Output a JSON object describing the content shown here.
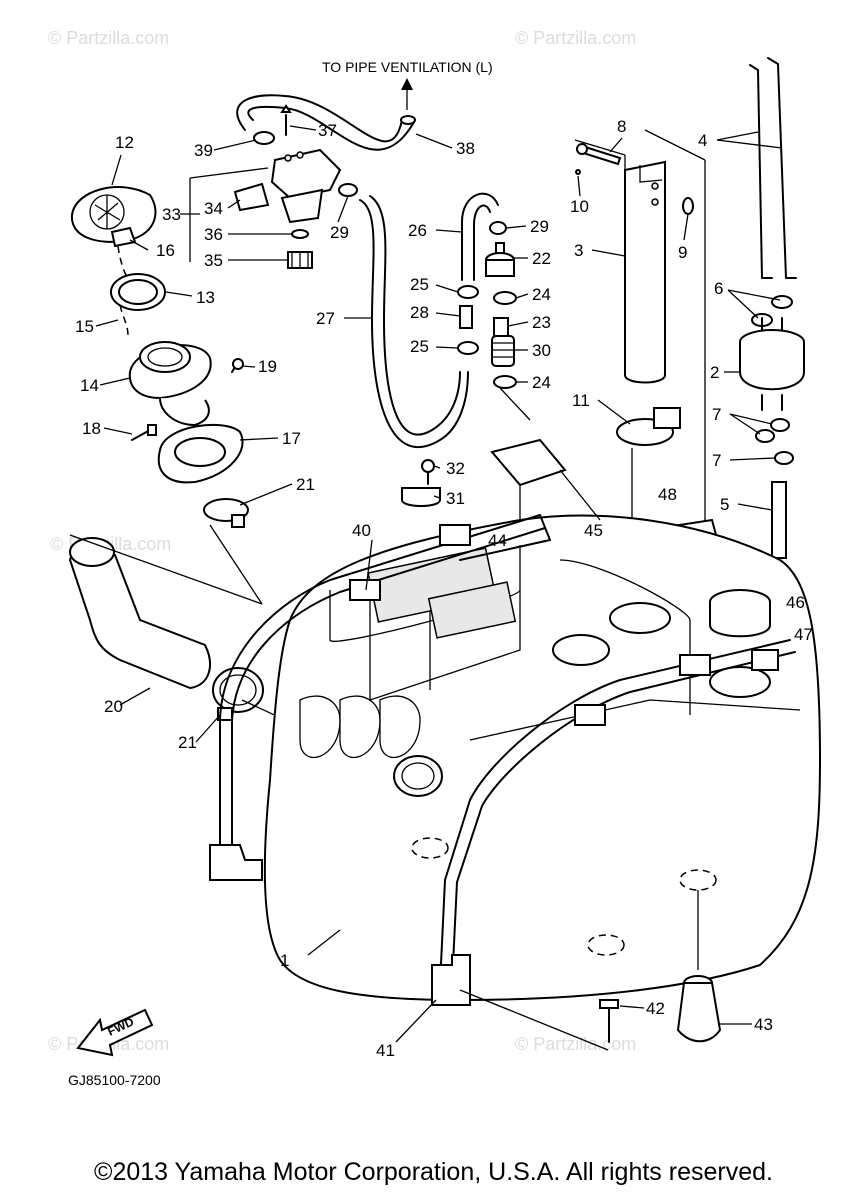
{
  "diagram": {
    "top_note": "TO PIPE VENTILATION (L)",
    "drawing_code": "GJ85100-7200",
    "fwd_label": "FWD",
    "watermark": "© Partzilla.com",
    "callouts": [
      "12",
      "16",
      "13",
      "15",
      "14",
      "19",
      "18",
      "17",
      "21",
      "20",
      "21",
      "39",
      "37",
      "38",
      "33",
      "34",
      "36",
      "35",
      "29",
      "26",
      "29",
      "22",
      "25",
      "24",
      "28",
      "23",
      "25",
      "30",
      "24",
      "27",
      "8",
      "10",
      "9",
      "3",
      "4",
      "6",
      "2",
      "7",
      "7",
      "5",
      "11",
      "32",
      "31",
      "45",
      "40",
      "44",
      "48",
      "46",
      "47",
      "1",
      "41",
      "42",
      "43"
    ]
  },
  "footer": {
    "copyright": "©2013  Yamaha Motor Corporation, U.S.A. All rights reserved."
  }
}
